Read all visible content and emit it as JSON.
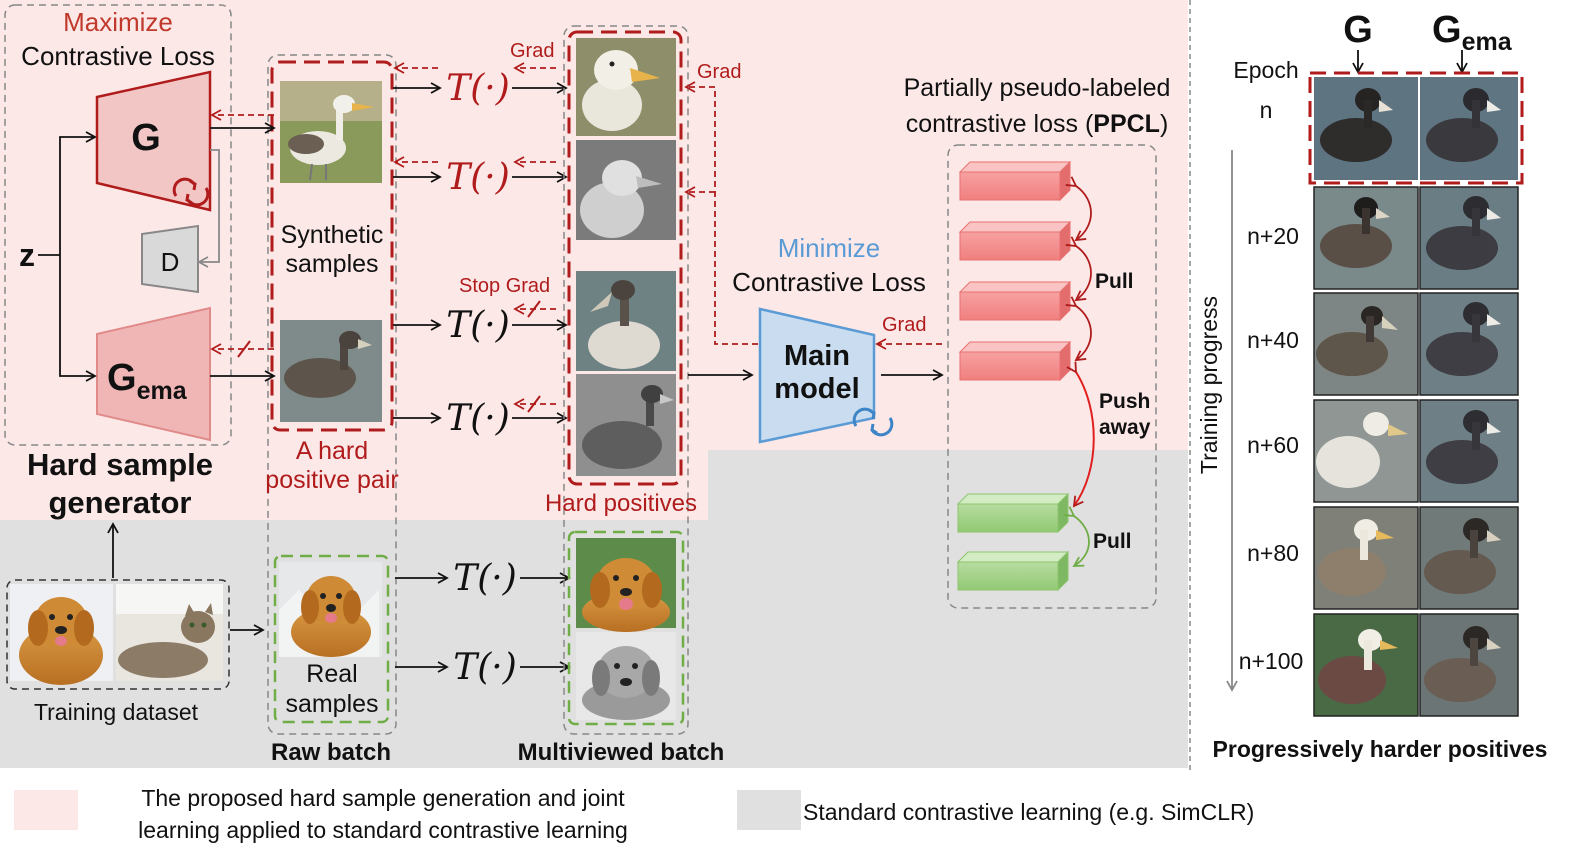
{
  "left_panel": {
    "maximize_word": "Maximize",
    "maximize_loss": "Contrastive Loss",
    "generator_G": "G",
    "generator_Gema_main": "G",
    "generator_Gema_sub": "ema",
    "discriminator": "D",
    "z": "z",
    "hard_sample_generator_line1": "Hard sample",
    "hard_sample_generator_line2": "generator",
    "training_dataset": "Training dataset"
  },
  "raw_batch": {
    "synthetic_line1": "Synthetic",
    "synthetic_line2": "samples",
    "hard_pair_line1": "A hard",
    "hard_pair_line2": "positive pair",
    "real_line1": "Real",
    "real_line2": "samples",
    "label": "Raw batch"
  },
  "transform": "T(·)",
  "grad_labels": {
    "grad_top": "Grad",
    "grad_mid": "Grad",
    "stop_grad": "Stop Grad",
    "grad_main": "Grad"
  },
  "multiview": {
    "hard_positives": "Hard positives",
    "label": "Multiviewed batch"
  },
  "main_model": {
    "minimize_word": "Minimize",
    "minimize_loss": "Contrastive Loss",
    "line1": "Main",
    "line2": "model"
  },
  "ppcl": {
    "line1": "Partially pseudo-labeled",
    "line2_pre": "contrastive loss (",
    "line2_bold": "PPCL",
    "line2_post": ")",
    "pull_top": "Pull",
    "push_line1": "Push",
    "push_line2": "away",
    "pull_bottom": "Pull"
  },
  "progress_panel": {
    "col_G": "G",
    "col_Gema_main": "G",
    "col_Gema_sub": "ema",
    "epoch_label": "Epoch",
    "epochs": [
      "n",
      "n+20",
      "n+40",
      "n+60",
      "n+80",
      "n+100"
    ],
    "training_progress": "Training progress",
    "caption": "Progressively harder positives"
  },
  "legend": {
    "pink_line1": "The proposed hard sample generation and joint",
    "pink_line2": "learning applied to standard contrastive learning",
    "gray_text": "Standard contrastive learning (e.g. SimCLR)"
  },
  "colors": {
    "pink_bg": "#fde8e8",
    "gray_bg": "#e0e0e0",
    "dark_red": "#b01c1c",
    "blue": "#5b9bd5",
    "green": "#70ad47"
  }
}
